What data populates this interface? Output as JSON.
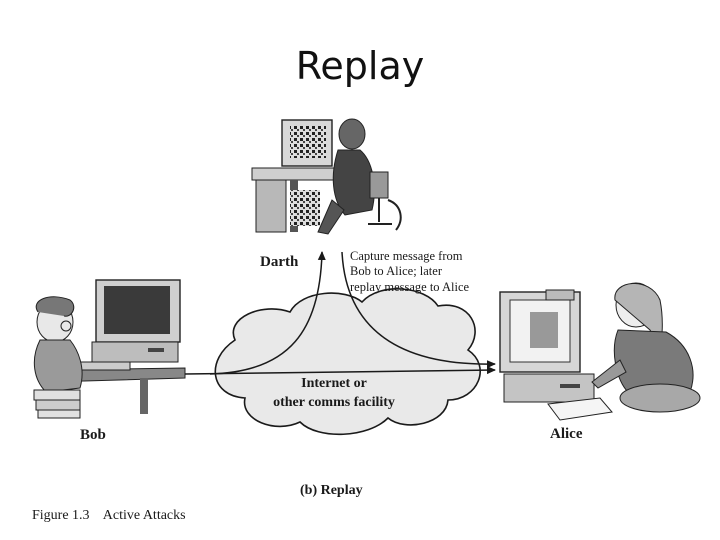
{
  "slide": {
    "title": "Replay"
  },
  "diagram": {
    "nodes": {
      "darth": "Darth",
      "bob": "Bob",
      "alice": "Alice"
    },
    "annotation": [
      "Capture message from",
      "Bob to Alice; later",
      "replay message to Alice"
    ],
    "cloud": [
      "Internet or",
      "other comms facility"
    ],
    "subcaption": "(b) Replay",
    "figure_caption": "Figure 1.3    Active Attacks"
  }
}
